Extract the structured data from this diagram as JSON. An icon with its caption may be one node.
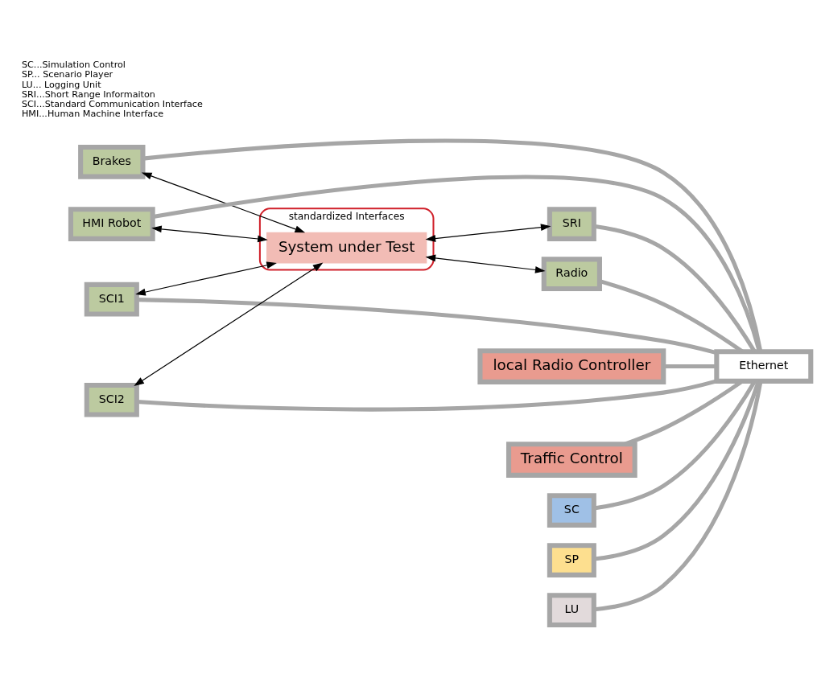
{
  "diagram": {
    "nodes": [
      {
        "text": [
          "Ethernet"
        ]
      },
      {
        "text": [
          "standardized Interfaces"
        ]
      },
      {
        "text": [
          "System under Test"
        ],
        "in": 1
      },
      {
        "text": [
          "Brakes"
        ]
      },
      {
        "text": [
          "HMI Robot"
        ]
      },
      {
        "text": [
          "SCI1"
        ]
      },
      {
        "text": [
          "SCI2"
        ]
      },
      {
        "text": [
          "Radio"
        ]
      },
      {
        "text": [
          "local Radio Controller"
        ]
      },
      {
        "text": [
          "SRI"
        ]
      },
      {
        "text": [
          "Traffic Control"
        ]
      },
      {
        "text": [
          "SC"
        ]
      },
      {
        "text": [
          "SP"
        ]
      },
      {
        "text": [
          "LU"
        ]
      }
    ],
    "edges": [
      {
        "from": 3,
        "to": 2,
        "arrow": "both",
        "color": "#000000"
      },
      {
        "from": 4,
        "to": 2,
        "arrow": "both",
        "color": "#000000"
      },
      {
        "from": 5,
        "to": 2,
        "arrow": "both",
        "color": "#000000"
      },
      {
        "from": 6,
        "to": 2,
        "arrow": "both",
        "color": "#000000"
      },
      {
        "from": 2,
        "to": 7,
        "arrow": "both",
        "color": "#000000"
      },
      {
        "from": 2,
        "to": 9,
        "arrow": "both",
        "color": "#000000"
      },
      {
        "from": 3,
        "to": 0,
        "arrow": "none"
      },
      {
        "from": 4,
        "to": 0,
        "arrow": "none"
      },
      {
        "from": 5,
        "to": 0,
        "arrow": "none"
      },
      {
        "from": 6,
        "to": 0,
        "arrow": "none"
      },
      {
        "from": 7,
        "to": 0,
        "arrow": "none"
      },
      {
        "from": 8,
        "to": 0,
        "arrow": "none"
      },
      {
        "from": 9,
        "to": 0,
        "arrow": "none"
      },
      {
        "from": 10,
        "to": 0,
        "arrow": "none"
      },
      {
        "from": 11,
        "to": 0,
        "arrow": "none"
      },
      {
        "from": 12,
        "to": 0,
        "arrow": "none"
      },
      {
        "from": 13,
        "to": 0,
        "arrow": "none"
      }
    ],
    "labels": [
      "SC...Simulation Control",
      "SP... Scenario Player",
      "LU... Logging Unit",
      "SRI...Short Range Informaiton",
      "SCI...Standard Communication Interface",
      "HMI...Human Machine Interface"
    ]
  }
}
